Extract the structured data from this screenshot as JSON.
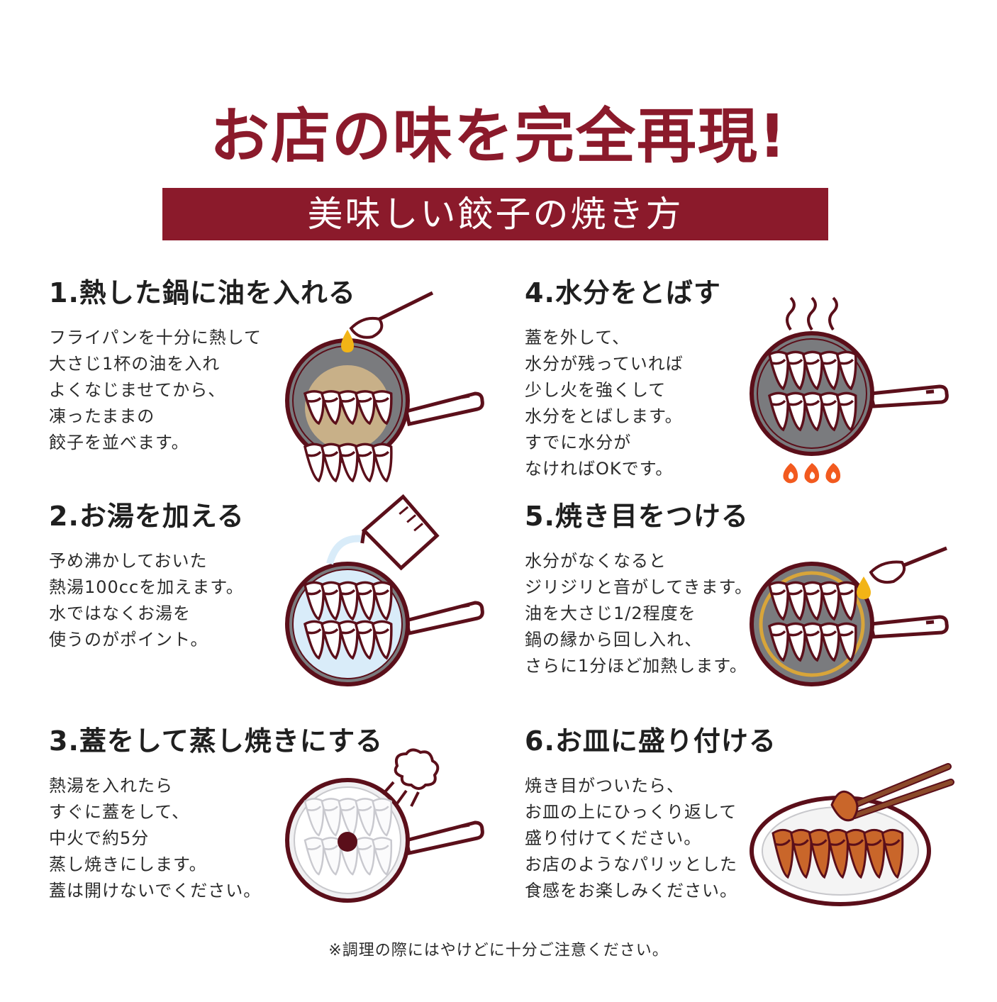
{
  "header": {
    "title": "お店の味を完全再現!",
    "subtitle": "美味しい餃子の焼き方"
  },
  "steps": [
    {
      "heading": "1.熱した鍋に油を入れる",
      "text": "フライパンを十分に熱して\n大さじ1杯の油を入れ\nよくなじませてから、\n凍ったままの\n餃子を並べます。"
    },
    {
      "heading": "2.お湯を加える",
      "text": "予め沸かしておいた\n熱湯100ccを加えます。\n水ではなくお湯を\n使うのがポイント。"
    },
    {
      "heading": "3.蓋をして蒸し焼きにする",
      "text": "熱湯を入れたら\nすぐに蓋をして、\n中火で約5分\n蒸し焼きにします。\n蓋は開けないでください。"
    },
    {
      "heading": "4.水分をとばす",
      "text": "蓋を外して、\n水分が残っていれば\n少し火を強くして\n水分をとばします。\nすでに水分が\nなければOKです。"
    },
    {
      "heading": "5.焼き目をつける",
      "text": "水分がなくなると\nジリジリと音がしてきます。\n油を大さじ1/2程度を\n鍋の縁から回し入れ、\nさらに1分ほど加熱します。"
    },
    {
      "heading": "6.お皿に盛り付ける",
      "text": "焼き目がついたら、\nお皿の上にひっくり返して\n盛り付けてください。\nお店のようなパリッとした\n食感をお楽しみください。"
    }
  ],
  "footer_note": "※調理の際にはやけどに十分ご注意ください。",
  "colors": {
    "brand": "#8b1a2b",
    "pan": "#7a7b7e",
    "pan_outline": "#5b0f1a",
    "oil": "#f2b416",
    "water": "#d9ecf9",
    "flame": "#f25a1f",
    "dumpling": "#ffffff",
    "browned": "#c9662a",
    "chopsticks": "#8b4a2a"
  },
  "icons": [
    "frying-pan-icon",
    "oil-spoon-icon",
    "dumpling-icon",
    "measuring-cup-icon",
    "steam-icon",
    "flame-icon",
    "lid-icon",
    "plate-icon",
    "chopsticks-icon"
  ]
}
